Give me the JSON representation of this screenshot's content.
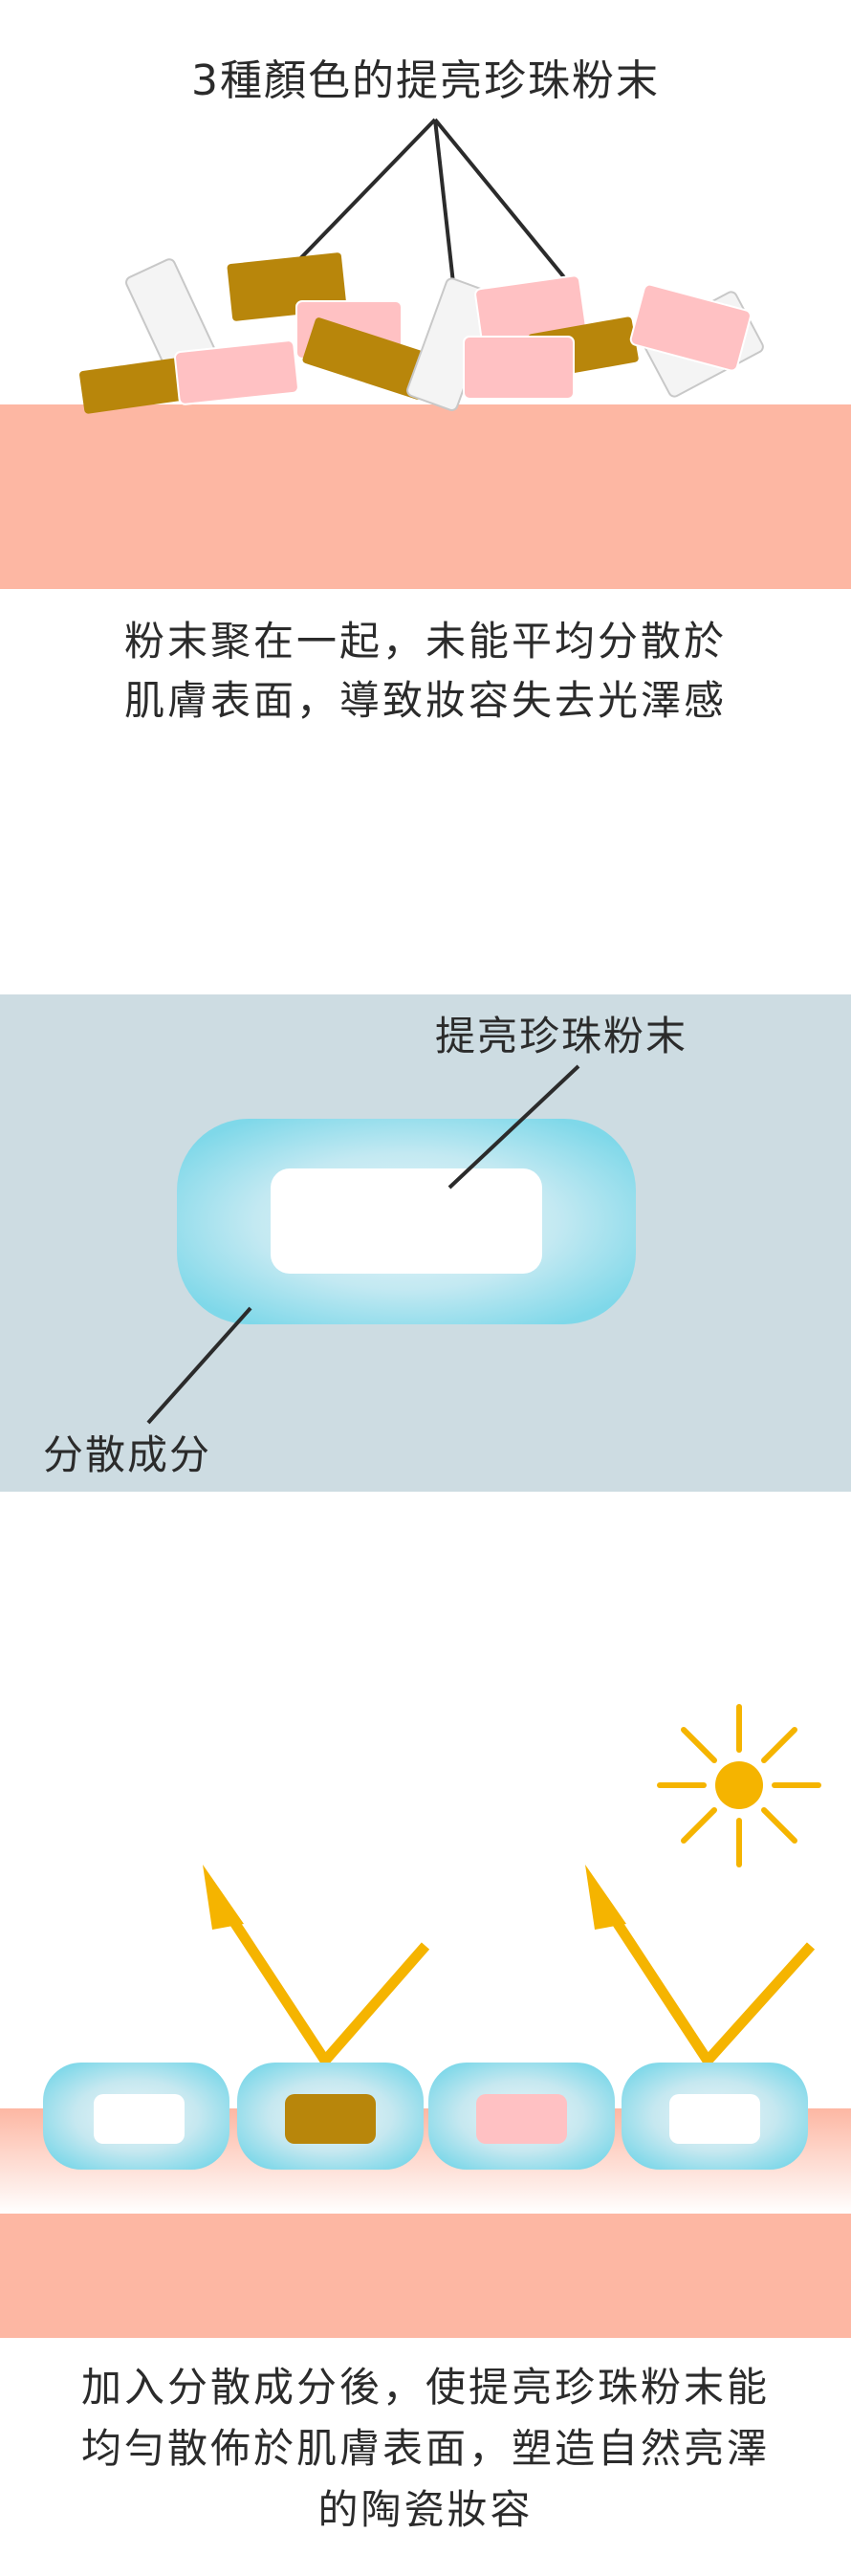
{
  "panel1": {
    "label": "3種顏色的提亮珍珠粉末",
    "caption_line1": "粉末聚在一起，未能平均分散於",
    "caption_line2": "肌膚表面，導致妝容失去光澤感",
    "colors": {
      "skin": "#fdb7a3",
      "gold": "#b8860b",
      "pink": "#ffc1c3",
      "white": "#f4f4f4",
      "outline": "#d0d0d0"
    }
  },
  "panel2": {
    "label_powder": "提亮珍珠粉末",
    "label_dispersant": "分散成分",
    "colors": {
      "background": "#cddce2",
      "halo": "#8fdceb",
      "core": "#ffffff"
    }
  },
  "panel3": {
    "caption_line1": "加入分散成分後，使提亮珍珠粉末能",
    "caption_line2": "均勻散佈於肌膚表面，塑造自然亮澤",
    "caption_line3": "的陶瓷妝容",
    "colors": {
      "arrow": "#f5b400",
      "sun": "#f5b400",
      "skin": "#fdb7a3"
    }
  }
}
